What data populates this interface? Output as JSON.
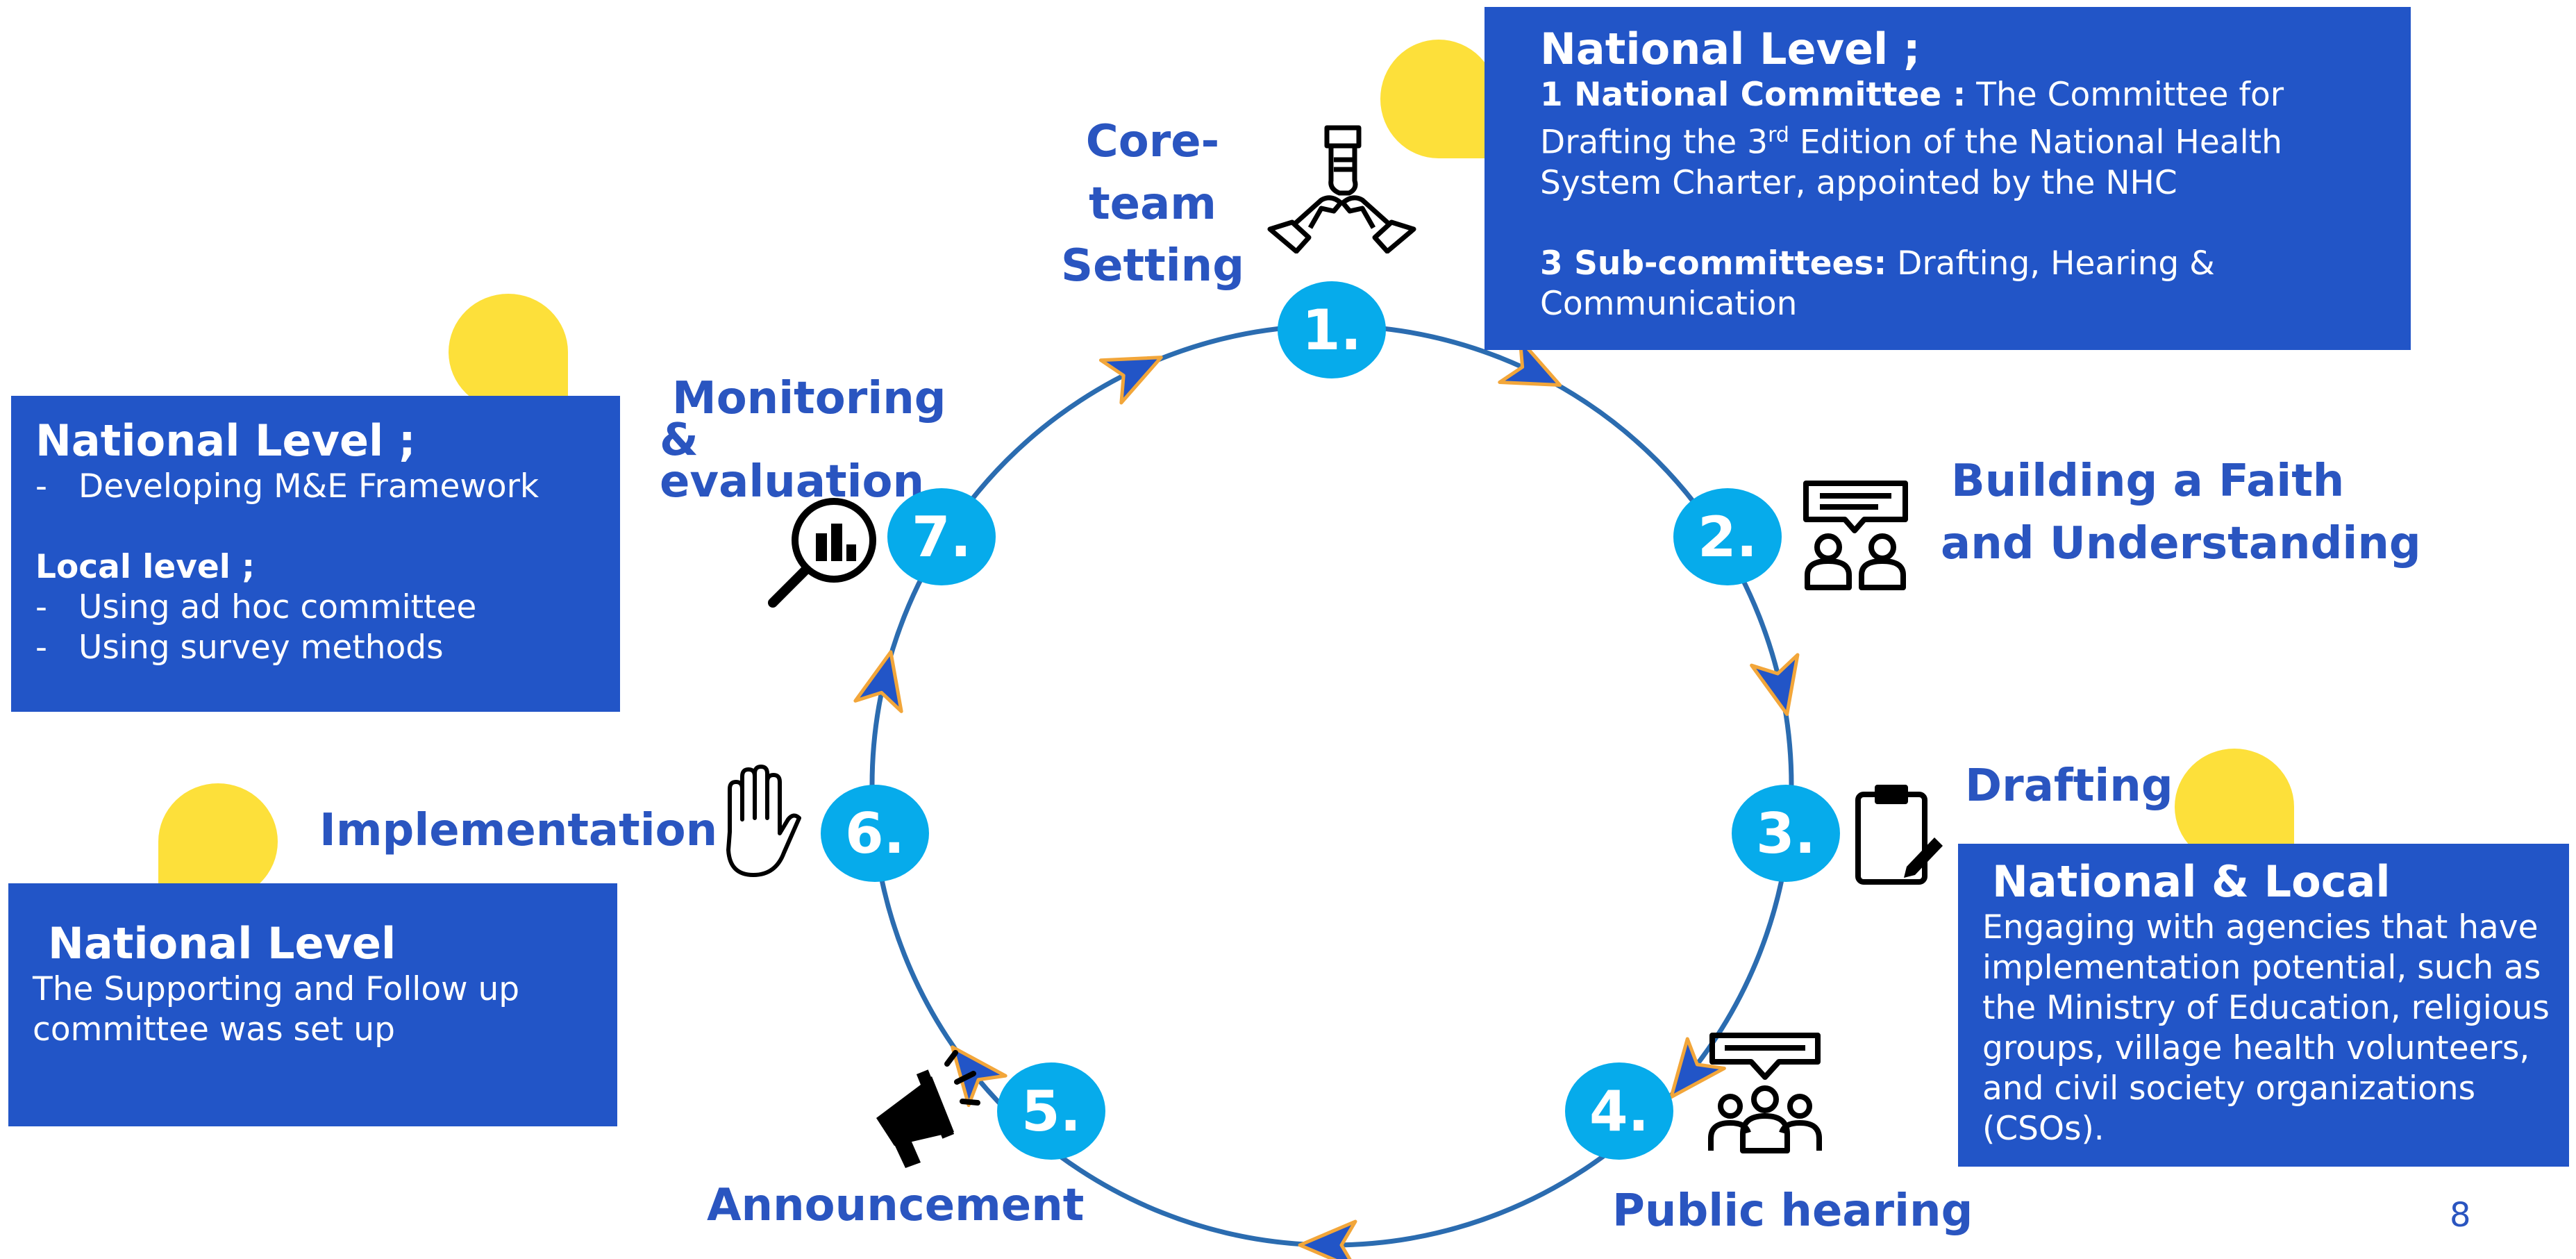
{
  "colors": {
    "panel": "#2255C7",
    "yellow": "#FDE03A",
    "step": "#06ABEB",
    "label": "#2A55C0",
    "ring": "#2B6CB0",
    "arrow_outline": "#F2A63A"
  },
  "steps": [
    {
      "number": "1.",
      "label_line1": "Core-team",
      "label_line2": "Setting",
      "icon": "hands-together-icon"
    },
    {
      "number": "2.",
      "label_line1": "Building a Faith",
      "label_line2": "and Understanding",
      "icon": "people-chat-icon"
    },
    {
      "number": "3.",
      "label": "Drafting",
      "icon": "clipboard-pen-icon"
    },
    {
      "number": "4.",
      "label": "Public hearing",
      "icon": "group-speech-icon"
    },
    {
      "number": "5.",
      "label": "Announcement",
      "icon": "megaphone-icon"
    },
    {
      "number": "6.",
      "label": "Implementation",
      "icon": "raised-hand-icon"
    },
    {
      "number": "7.",
      "label_line1": "Monitoring",
      "label_line2": "& evaluation",
      "icon": "magnifier-chart-icon"
    }
  ],
  "panels": {
    "step1": {
      "heading": "National Level ;",
      "committee_bold": "1 National Committee :",
      "committee_text_a": " The Committee for Drafting the 3",
      "committee_sup": "rd",
      "committee_text_b": "  Edition of the National Health System Charter, appointed by the NHC",
      "sub_bold": "3 Sub-committees:",
      "sub_text": " Drafting, Hearing & Communication"
    },
    "step7": {
      "heading": "National Level ;",
      "national_items": [
        "Developing M&E Framework"
      ],
      "local_heading": "Local level ;",
      "local_items": [
        "Using ad hoc committee",
        "Using survey methods"
      ]
    },
    "step6": {
      "heading": "National Level",
      "text": "The Supporting and Follow up committee was set up"
    },
    "step3": {
      "heading": "National & Local",
      "text": "Engaging with agencies that have implementation potential, such as the Ministry of Education, religious groups, village health volunteers, and civil society organizations (CSOs)."
    }
  },
  "page_number": "8"
}
